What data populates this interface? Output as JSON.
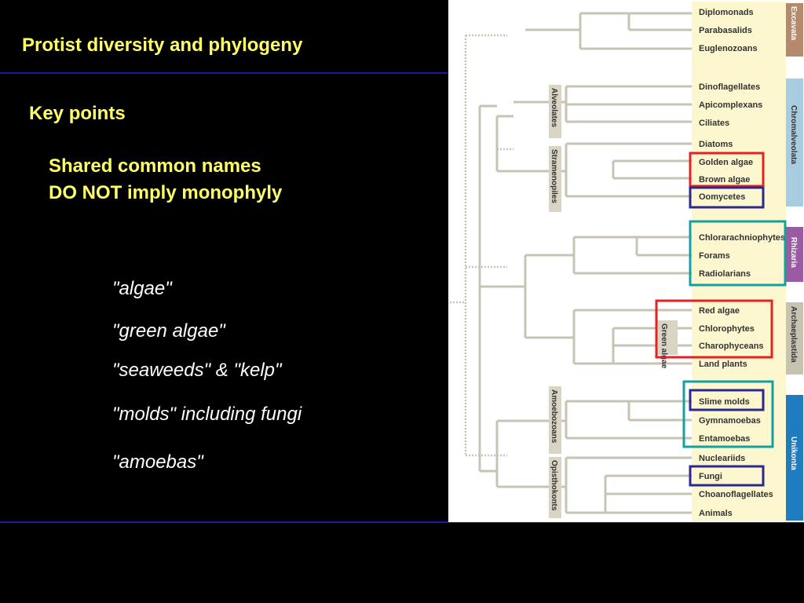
{
  "slide": {
    "title": "Protist diversity and phylogeny",
    "key_points_heading": "Key points",
    "message_line1": "Shared common names",
    "message_line2": "DO NOT imply monophyly",
    "terms": [
      "\"algae\"",
      "\"green algae\"",
      "\"seaweeds\" & \"kelp\"",
      "\"molds\" including fungi",
      "\"amoebas\""
    ]
  },
  "tree": {
    "taxa": [
      "Diplomonads",
      "Parabasalids",
      "Euglenozoans",
      "Dinoflagellates",
      "Apicomplexans",
      "Ciliates",
      "Diatoms",
      "Golden algae",
      "Brown algae",
      "Oomycetes",
      "Chlorarachniophytes",
      "Forams",
      "Radiolarians",
      "Red algae",
      "Chlorophytes",
      "Charophyceans",
      "Land plants",
      "Slime molds",
      "Gymnamoebas",
      "Entamoebas",
      "Nucleariids",
      "Fungi",
      "Choanoflagellates",
      "Animals"
    ],
    "supergroups": [
      {
        "name": "Excavata",
        "color": "#b5896b"
      },
      {
        "name": "Chromalveolata",
        "color": "#a9cde0"
      },
      {
        "name": "Rhizaria",
        "color": "#9b5aa4"
      },
      {
        "name": "Archaeplastida",
        "color": "#c8c3b0"
      },
      {
        "name": "Unikonta",
        "color": "#1f7cc1"
      }
    ],
    "subgroups": [
      "Alveolates",
      "Stramenopiles",
      "Green algae",
      "Amoebozoans",
      "Opisthokonts"
    ],
    "colors": {
      "branch": "#c7c4b4",
      "taxon_bg": "#fcf7cf",
      "highlight_red": "#e42222",
      "highlight_teal": "#15a0a0",
      "highlight_navy": "#2a2a8c"
    }
  }
}
